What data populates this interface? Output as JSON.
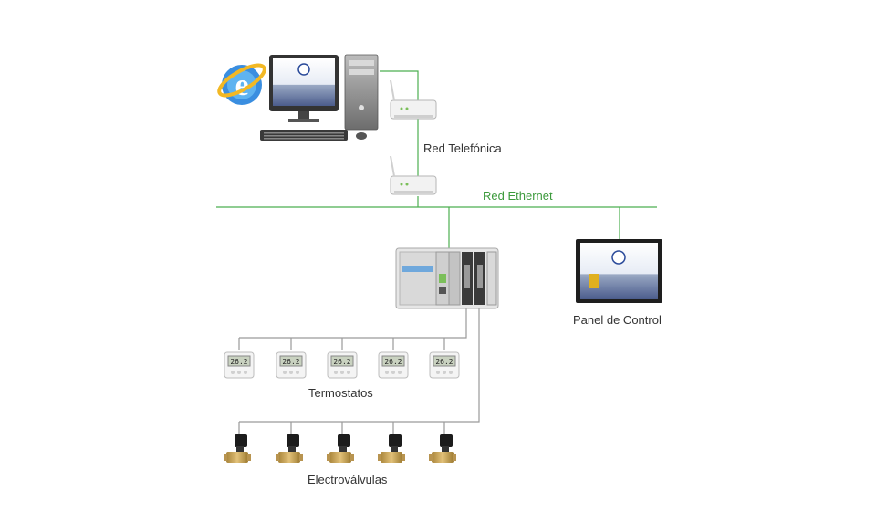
{
  "labels": {
    "red_telefonica": "Red Telefónica",
    "red_ethernet": "Red Ethernet",
    "panel_de_control": "Panel de Control",
    "termostatos": "Termostatos",
    "electrovalvulas": "Electroválvulas"
  },
  "thermostat_display": "26.2",
  "thermostat_count": 5,
  "valve_count": 5,
  "colors": {
    "network_line": "#4caf50",
    "wire_line": "#9a9a9a",
    "ethernet_label": "#3c9a3c"
  }
}
